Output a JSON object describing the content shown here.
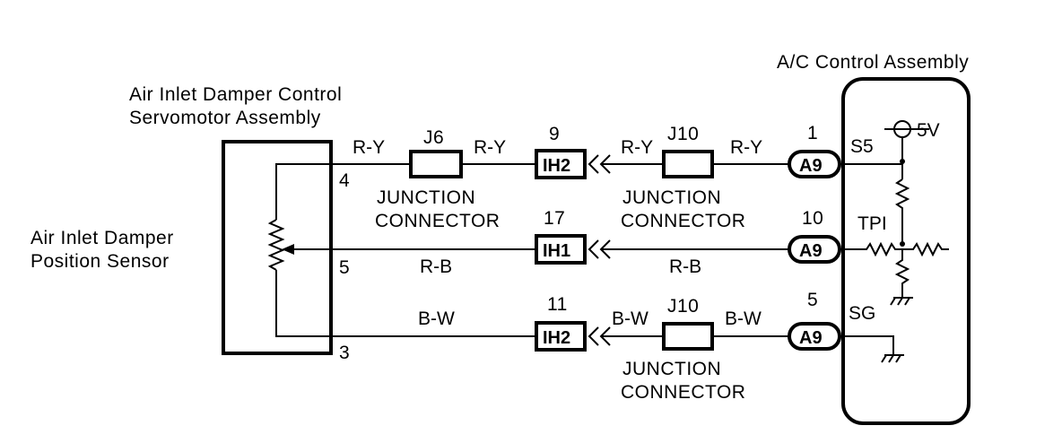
{
  "ac_control": {
    "title": "A/C Control Assembly",
    "terminals": {
      "s5": "S5",
      "tpi": "TPI",
      "sg": "SG"
    },
    "supply": "5V"
  },
  "servomotor": {
    "title_line1": "Air Inlet Damper Control",
    "title_line2": "Servomotor Assembly",
    "pins": {
      "top": "4",
      "mid": "5",
      "bottom": "3"
    }
  },
  "sensor": {
    "line1": "Air Inlet Damper",
    "line2": "Position Sensor"
  },
  "wires": {
    "w1_left": "R-Y",
    "w1_mid": "R-Y",
    "w1_ih_right": "R-Y",
    "w1_right": "R-Y",
    "w2_left": "R-B",
    "w2_right": "R-B",
    "w3_left": "B-W",
    "w3_ih_right": "B-W",
    "w3_right": "B-W"
  },
  "connectors": {
    "j6": "J6",
    "j10_top": "J10",
    "j10_bottom": "J10",
    "junction": "JUNCTION",
    "connector": "CONNECTOR",
    "ih_top": {
      "label": "IH2",
      "pin": "9"
    },
    "ih_mid": {
      "label": "IH1",
      "pin": "17"
    },
    "ih_bot": {
      "label": "IH2",
      "pin": "11"
    },
    "a9_top": {
      "label": "A9",
      "pin": "1"
    },
    "a9_mid": {
      "label": "A9",
      "pin": "10"
    },
    "a9_bot": {
      "label": "A9",
      "pin": "5"
    }
  }
}
